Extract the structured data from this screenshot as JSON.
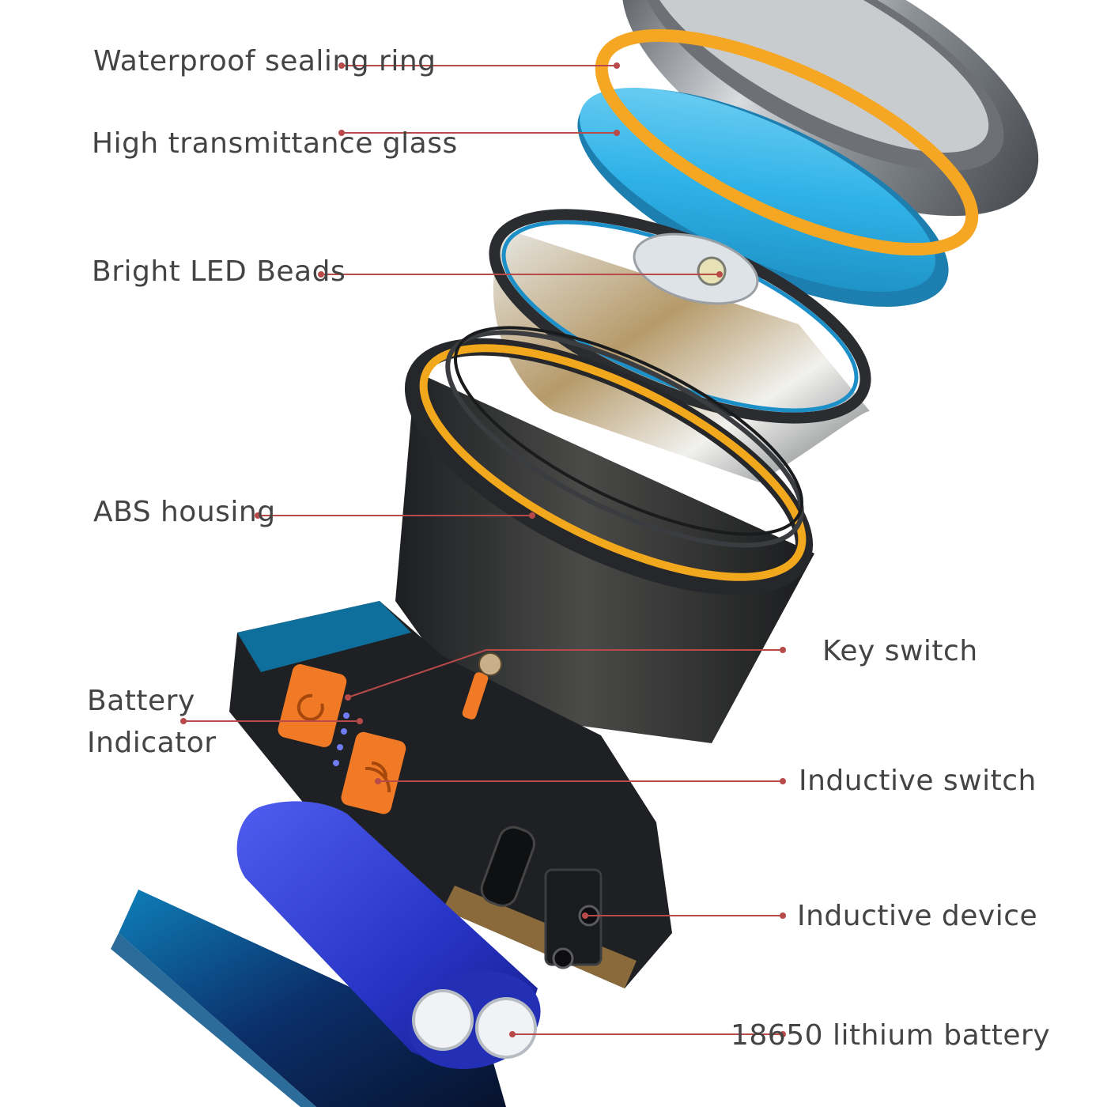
{
  "labels": {
    "waterproof_ring": "Waterproof sealing ring",
    "glass": "High transmittance glass",
    "led_beads": "Bright LED Beads",
    "abs_housing": "ABS housing",
    "battery_indicator_line1": "Battery",
    "battery_indicator_line2": "Indicator",
    "key_switch": "Key switch",
    "inductive_switch": "Inductive switch",
    "inductive_device": "Inductive device",
    "battery": "18650 lithium battery"
  },
  "colors": {
    "leader_line": "#b84a4a",
    "label_text": "#444444",
    "seal_ring": "#f5a623",
    "glass": "#3cb6e6",
    "metal": "#a9aeb3",
    "housing": "#2c2f33",
    "button": "#f07a25",
    "battery": "#2b3bd0"
  }
}
